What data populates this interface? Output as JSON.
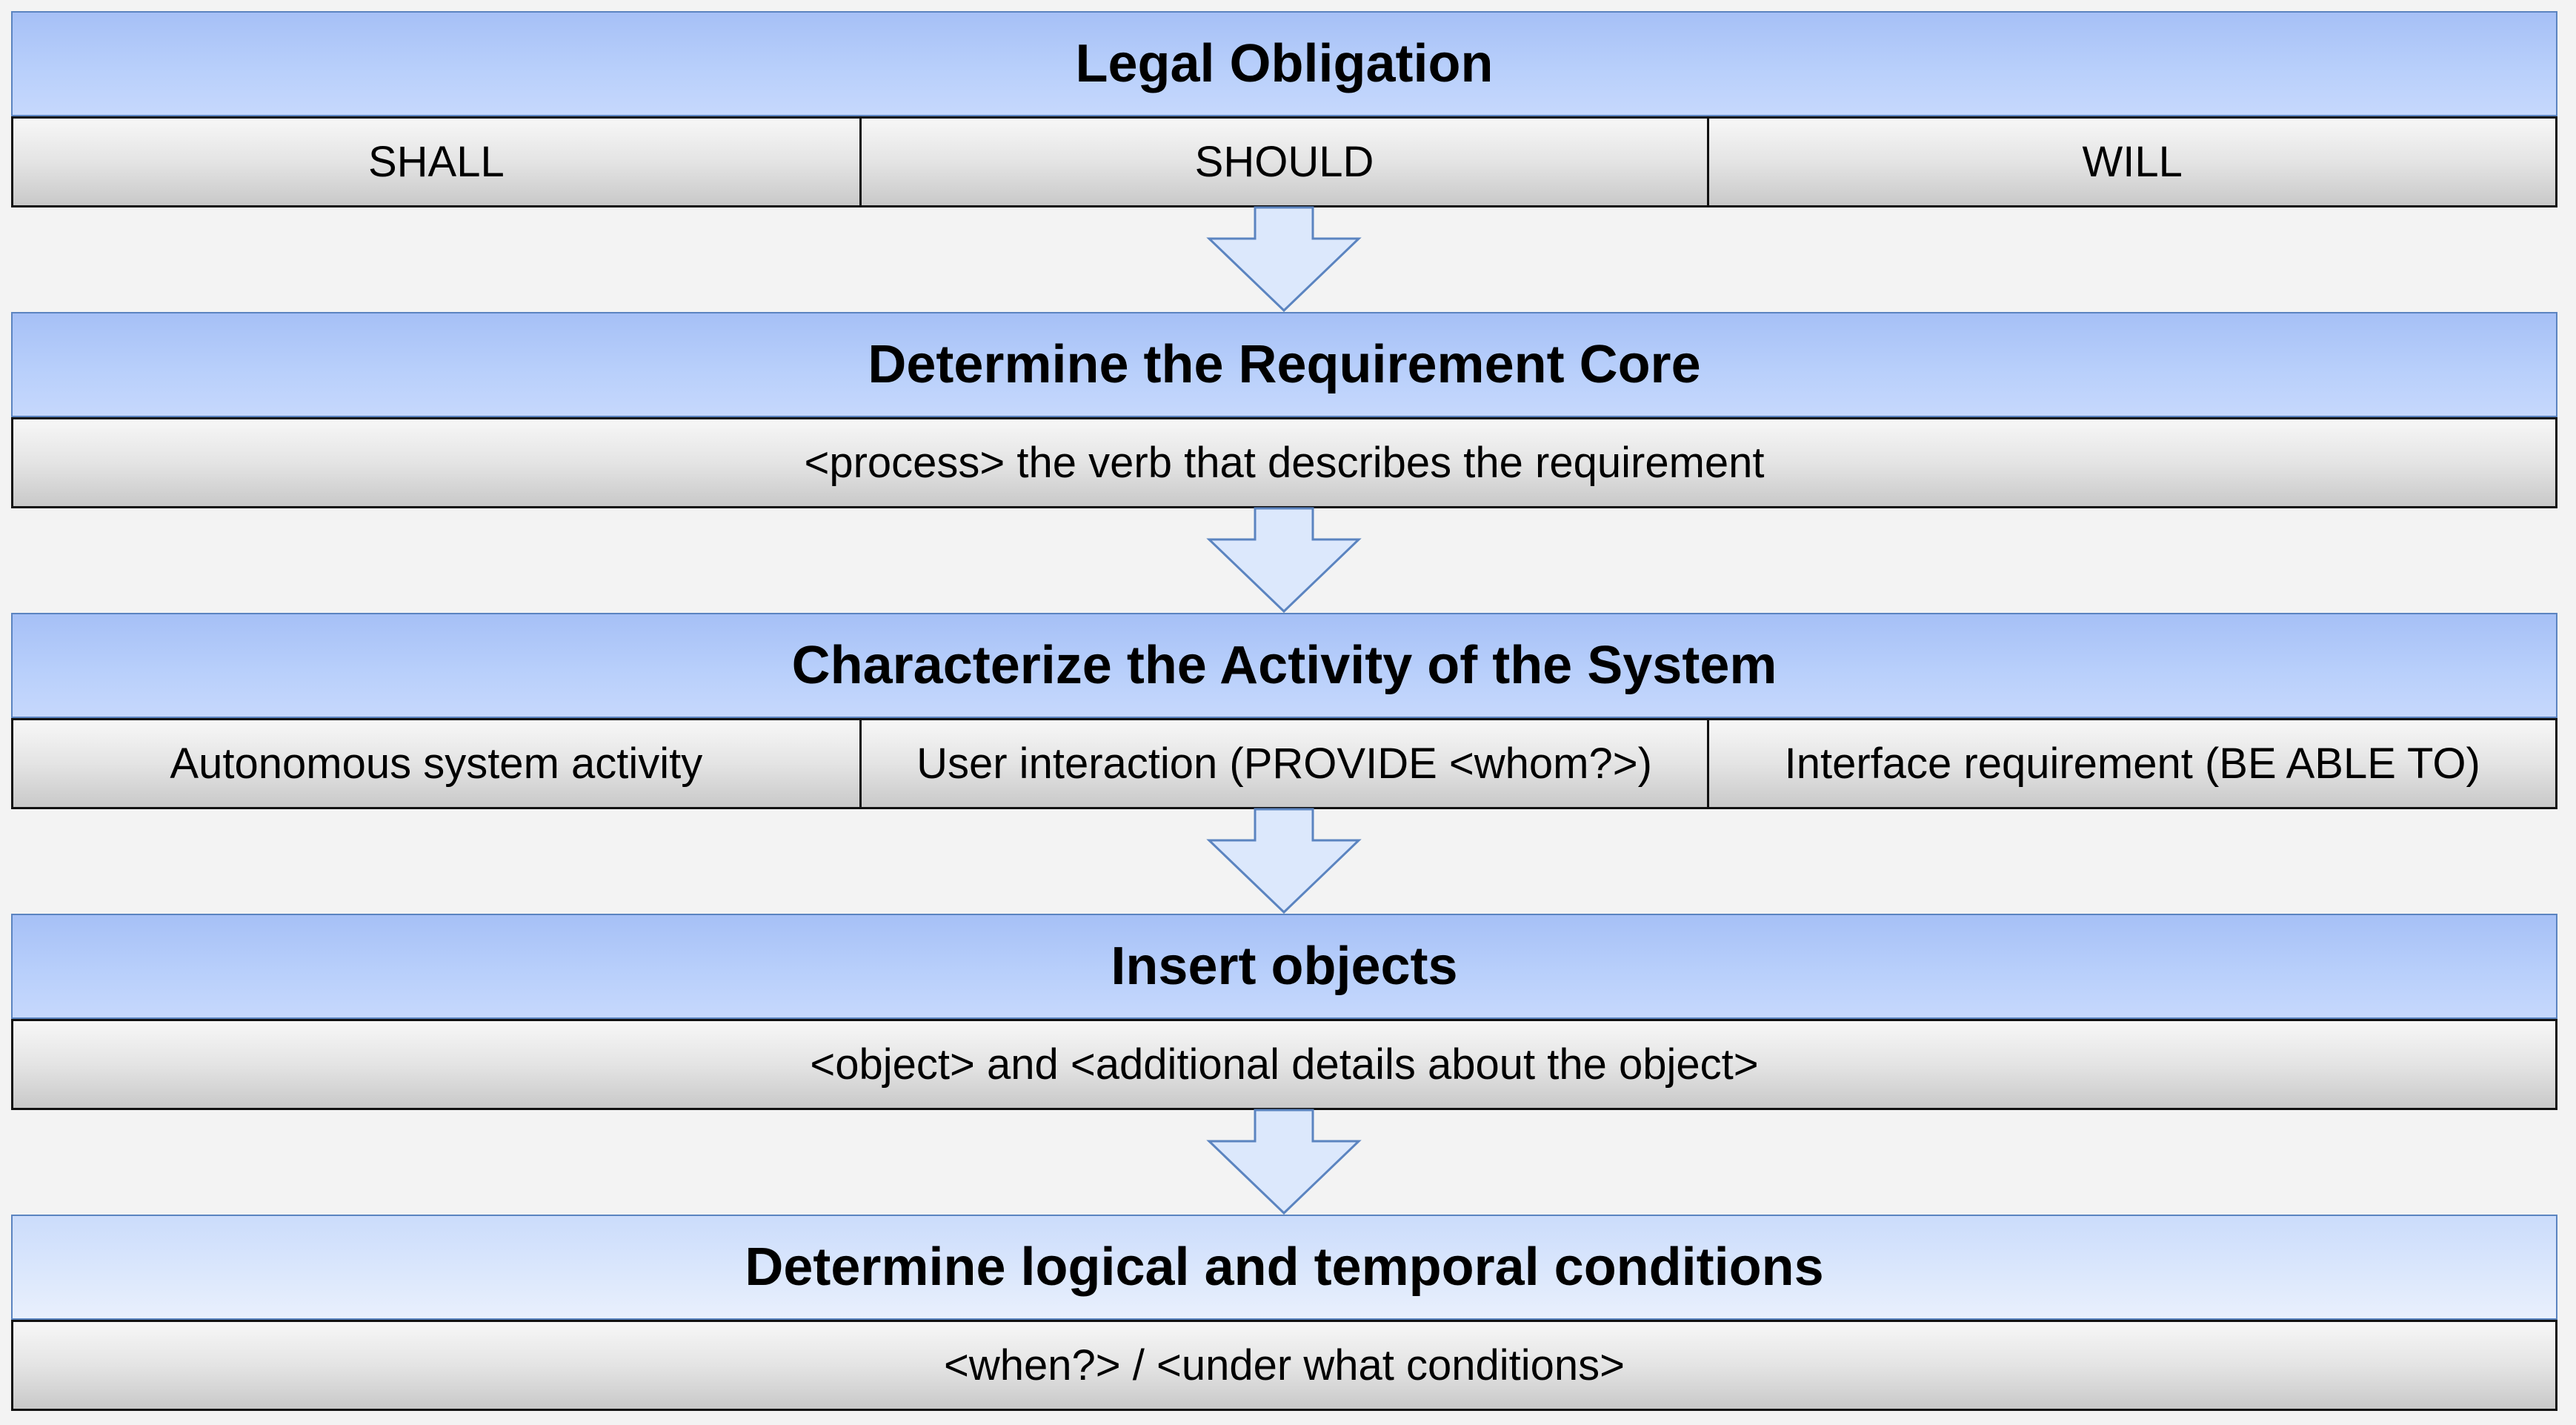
{
  "stages": [
    {
      "title": "Legal Obligation",
      "cells": [
        "SHALL",
        "SHOULD",
        "WILL"
      ]
    },
    {
      "title": "Determine the Requirement Core",
      "cells": [
        "<process> the verb that describes the requirement"
      ]
    },
    {
      "title": "Characterize the Activity of the System",
      "cells": [
        "Autonomous system activity",
        "User interaction (PROVIDE <whom?>)",
        "Interface requirement (BE ABLE TO)"
      ]
    },
    {
      "title": "Insert objects",
      "cells": [
        "<object> and <additional details about the object>"
      ]
    },
    {
      "title": "Determine logical and temporal conditions",
      "cells": [
        "<when?> / <under what conditions>"
      ]
    }
  ],
  "colors": {
    "header_fill": "#b3cbfa",
    "last_header_fill": "#dbe7fc",
    "header_border": "#5b84c0",
    "cell_fill": "#e4e4e4",
    "cell_border": "#111111",
    "arrow_fill": "#dce8fc",
    "arrow_border": "#5b84c0",
    "background": "#f3f3f3"
  }
}
